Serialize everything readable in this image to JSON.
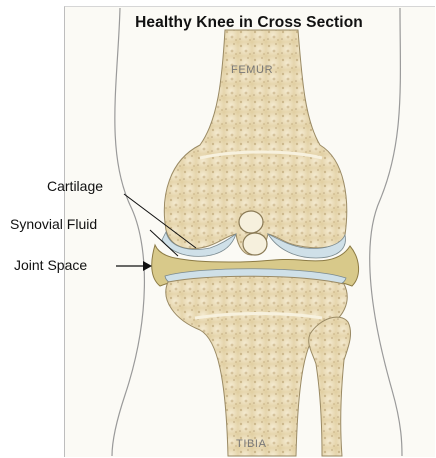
{
  "title": "Healthy Knee in Cross Section",
  "labels": {
    "femur": "FEMUR",
    "tibia": "TIBIA",
    "cartilage": "Cartilage",
    "synovial_fluid": "Synovial Fluid",
    "joint_space": "Joint Space"
  },
  "colors": {
    "bone": "#efe3c0",
    "bone_speckle": "#b39a6a",
    "cartilage": "#cfe0e8",
    "synovial_fluid": "#d8c98a",
    "skin_outline": "#9a9a9a"
  }
}
